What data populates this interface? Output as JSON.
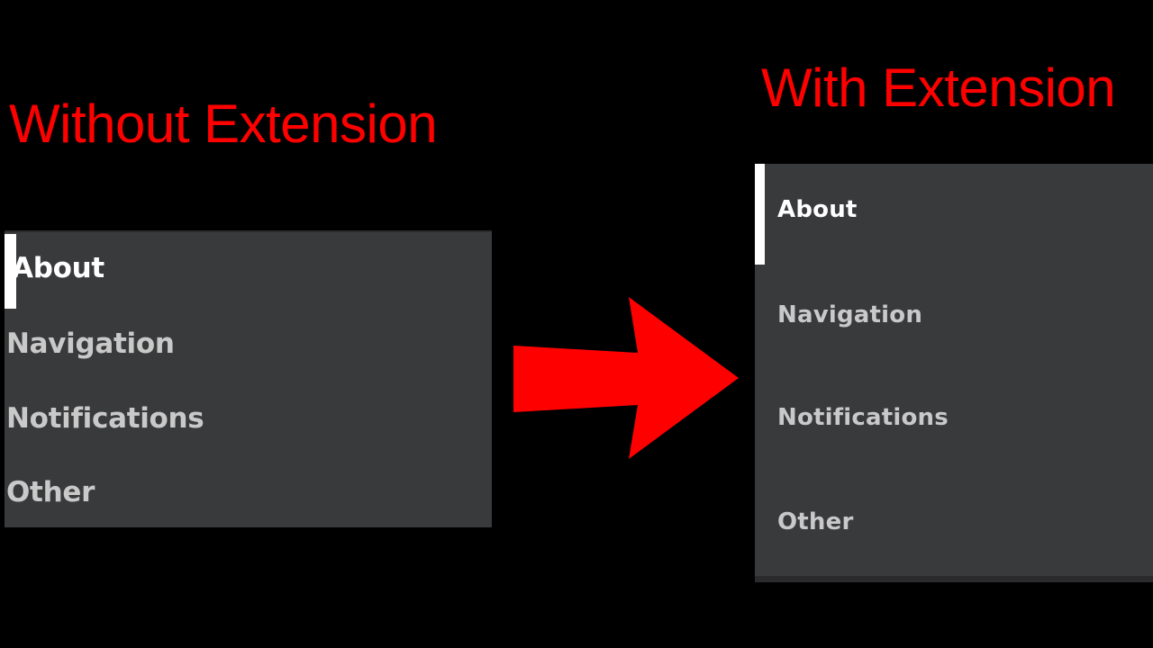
{
  "captions": {
    "left": "Without Extension",
    "right": "With Extension"
  },
  "colors": {
    "background": "#000000",
    "caption": "#ff0000",
    "panel": "#393a3c",
    "active_text": "#ffffff",
    "inactive_text": "#c9c9c9",
    "indicator": "#ffffff",
    "arrow_fill": "#ff0000"
  },
  "panel_left": {
    "items": [
      {
        "label": "About",
        "active": true
      },
      {
        "label": "Navigation",
        "active": false
      },
      {
        "label": "Notifications",
        "active": false
      },
      {
        "label": "Other",
        "active": false
      }
    ]
  },
  "panel_right": {
    "items": [
      {
        "label": "About",
        "active": true
      },
      {
        "label": "Navigation",
        "active": false
      },
      {
        "label": "Notifications",
        "active": false
      },
      {
        "label": "Other",
        "active": false
      }
    ]
  },
  "arrow": {
    "icon": "arrow-right-icon",
    "direction": "right"
  }
}
